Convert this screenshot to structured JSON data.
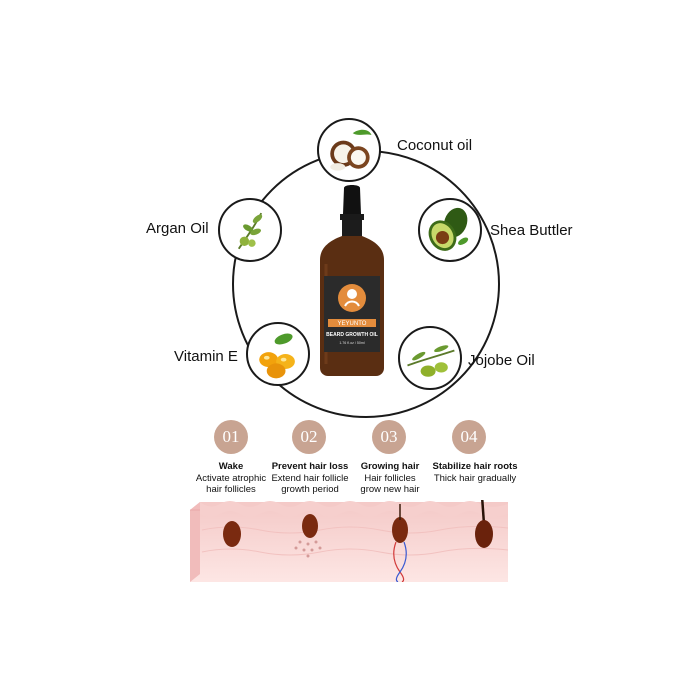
{
  "ingredients": [
    {
      "label": "Coconut oil"
    },
    {
      "label": "Argan Oil"
    },
    {
      "label": "Shea Buttler"
    },
    {
      "label": "Vitamin E"
    },
    {
      "label": "Jojobe Oil"
    }
  ],
  "bottle": {
    "brand": "YEYUNTO",
    "product": "BEARD GROWTH OIL",
    "volume": "1.76 fl.oz / 50ml",
    "colors": {
      "glass": "#5a2e12",
      "cap": "#111111",
      "label": "#2b2b2b",
      "accent": "#e38c3c"
    }
  },
  "steps": [
    {
      "number": "01",
      "title": "Wake",
      "lines": [
        "Activate atrophic",
        "hair follicles"
      ]
    },
    {
      "number": "02",
      "title": "Prevent hair loss",
      "lines": [
        "Extend hair follicle",
        "growth period"
      ]
    },
    {
      "number": "03",
      "title": "Growing hair",
      "lines": [
        "Hair follicles",
        "grow new hair"
      ]
    },
    {
      "number": "04",
      "title": "Stabilize hair roots",
      "lines": [
        "Thick hair gradually"
      ]
    }
  ],
  "colors": {
    "step_circle": "#c8a492",
    "skin_top": "#f4c9c7",
    "skin_body": "#fbe1df",
    "follicle": "#7a2a10"
  }
}
